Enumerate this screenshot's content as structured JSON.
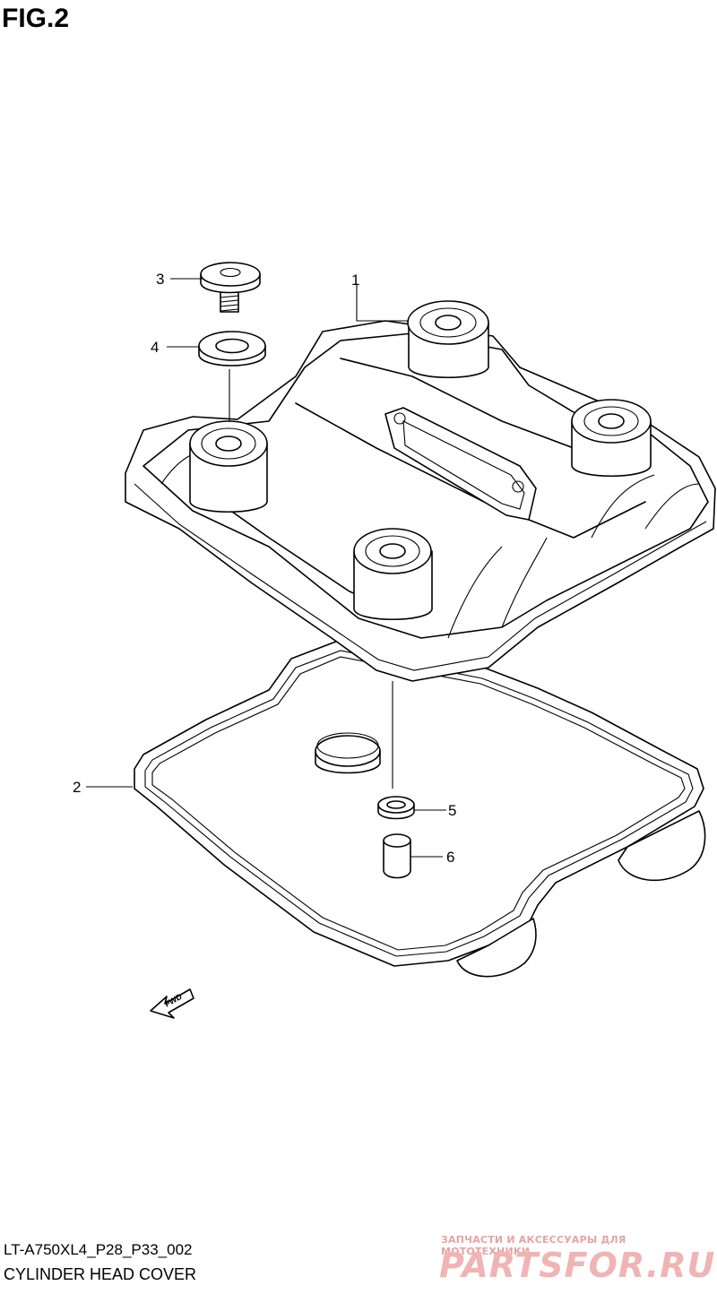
{
  "figure": {
    "label": "FIG.2"
  },
  "callouts": [
    {
      "number": "1"
    },
    {
      "number": "2"
    },
    {
      "number": "3"
    },
    {
      "number": "4"
    },
    {
      "number": "5"
    },
    {
      "number": "6"
    }
  ],
  "direction_marker": {
    "text": "FWD"
  },
  "footer": {
    "code": "LT-A750XL4_P28_P33_002",
    "caption": "CYLINDER HEAD COVER"
  },
  "watermark": {
    "tagline": "ЗАПЧАСТИ И АКСЕССУАРЫ ДЛЯ МОТОТЕХНИКИ",
    "brand": "PARTSFOR.RU"
  }
}
